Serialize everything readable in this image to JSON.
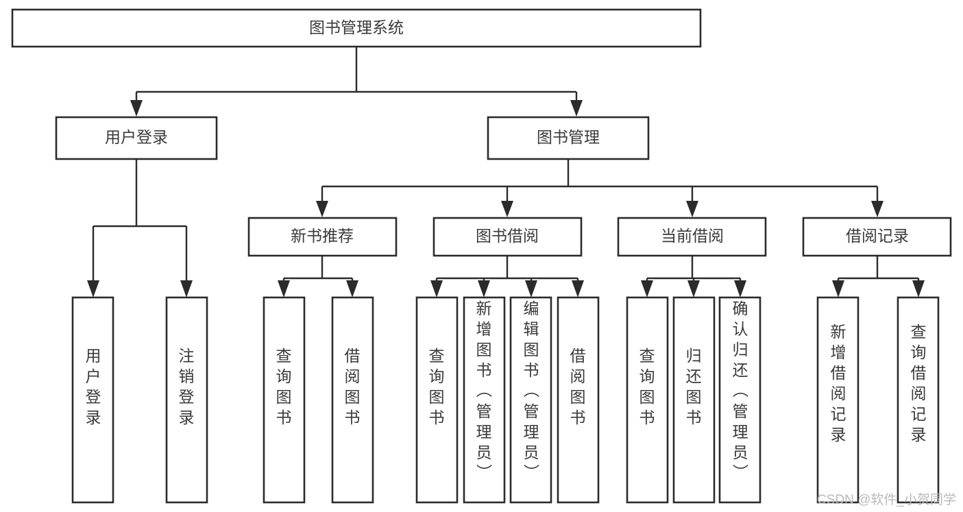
{
  "diagram": {
    "type": "tree",
    "title": "图书管理系统",
    "orientation": "top-down",
    "style": {
      "box_fill": "#ffffff",
      "box_stroke": "#2b2b2b",
      "text_color": "#3a3a3a",
      "background": "#ffffff",
      "watermark_color": "#b9b9b9"
    },
    "root": {
      "label": "图书管理系统"
    },
    "level2": [
      {
        "label": "用户登录"
      },
      {
        "label": "图书管理"
      }
    ],
    "level3": [
      {
        "label": "新书推荐"
      },
      {
        "label": "图书借阅"
      },
      {
        "label": "当前借阅"
      },
      {
        "label": "借阅记录"
      }
    ],
    "leaves": {
      "用户登录": [
        "用户登录",
        "注销登录"
      ],
      "新书推荐": [
        "查询图书",
        "借阅图书"
      ],
      "图书借阅": [
        "查询图书",
        "新增图书（管理员）",
        "编辑图书（管理员）",
        "借阅图书"
      ],
      "当前借阅": [
        "查询图书",
        "归还图书",
        "确认归还（管理员）"
      ],
      "借阅记录": [
        "新增借阅记录",
        "查询借阅记录"
      ]
    }
  },
  "watermark": {
    "text": "CSDN @软件_小贺同学"
  }
}
